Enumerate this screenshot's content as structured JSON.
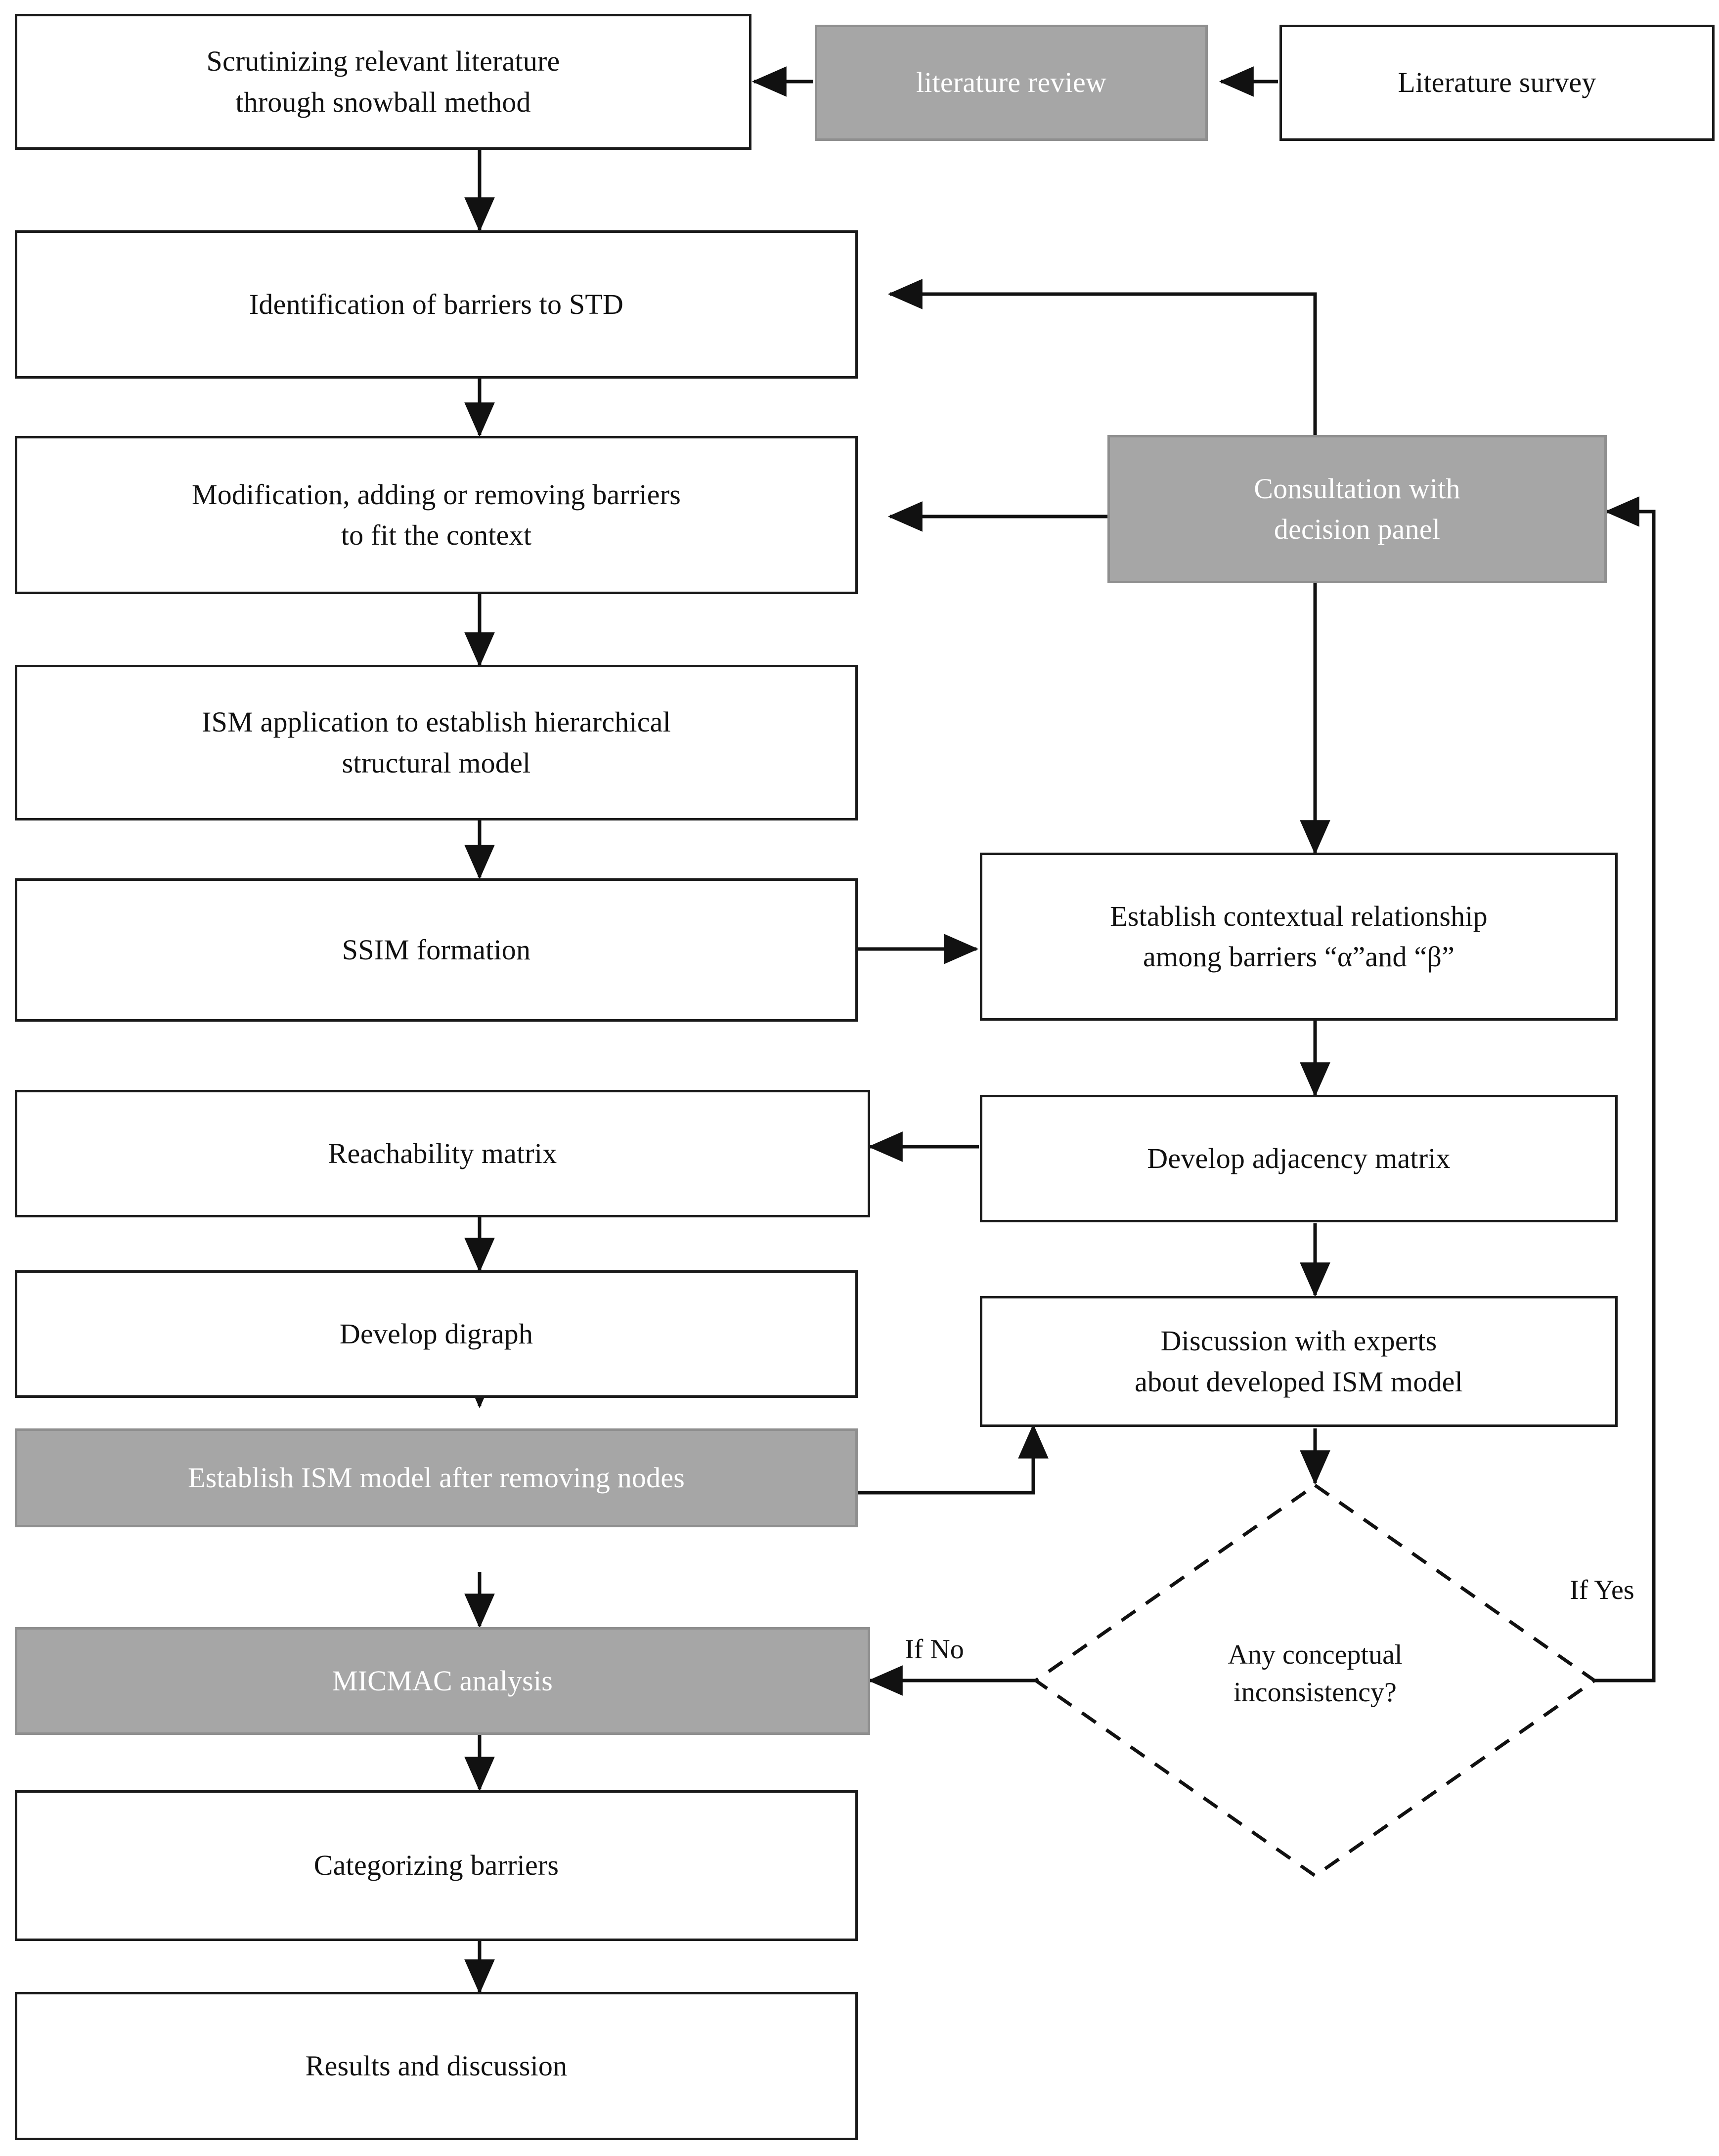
{
  "diagram": {
    "title": "ISM research methodology flowchart",
    "colors": {
      "shaded_fill": "#a6a6a6",
      "shaded_text": "#ffffff",
      "plain_fill": "#ffffff",
      "stroke": "#1a1a1a"
    }
  },
  "nodes": {
    "scrutinizing": {
      "label": "Scrutinizing  relevant literature\nthrough snowball method",
      "shape": "rectangle",
      "fill": "plain"
    },
    "literature_review": {
      "label": "literature review",
      "shape": "rectangle",
      "fill": "shaded"
    },
    "literature_survey": {
      "label": "Literature survey",
      "shape": "rectangle",
      "fill": "plain"
    },
    "identification": {
      "label": "Identification of barriers to STD",
      "shape": "rectangle",
      "fill": "plain"
    },
    "modification": {
      "label": "Modification, adding or removing barriers\nto fit the context",
      "shape": "rectangle",
      "fill": "plain"
    },
    "ism_application": {
      "label": "ISM application to establish hierarchical\nstructural model",
      "shape": "rectangle",
      "fill": "plain"
    },
    "ssim_formation": {
      "label": "SSIM formation",
      "shape": "rectangle",
      "fill": "plain"
    },
    "reachability_matrix": {
      "label": "Reachability matrix",
      "shape": "rectangle",
      "fill": "plain"
    },
    "develop_digraph": {
      "label": "Develop digraph",
      "shape": "rectangle",
      "fill": "plain"
    },
    "establish_ism_model": {
      "label": "Establish ISM model after removing nodes",
      "shape": "rectangle",
      "fill": "shaded"
    },
    "micmac_analysis": {
      "label": "MICMAC analysis",
      "shape": "rectangle",
      "fill": "shaded"
    },
    "categorizing_barriers": {
      "label": "Categorizing barriers",
      "shape": "rectangle",
      "fill": "plain"
    },
    "results_discussion": {
      "label": "Results and discussion",
      "shape": "rectangle",
      "fill": "plain"
    },
    "consultation": {
      "label": "Consultation with\ndecision panel",
      "shape": "rectangle",
      "fill": "shaded"
    },
    "contextual_relationship": {
      "label": "Establish contextual relationship\namong barriers “α”and “β”",
      "shape": "rectangle",
      "fill": "plain"
    },
    "adjacency_matrix": {
      "label": "Develop adjacency matrix",
      "shape": "rectangle",
      "fill": "plain"
    },
    "discussion_experts": {
      "label": "Discussion  with experts\nabout developed ISM model",
      "shape": "rectangle",
      "fill": "plain"
    },
    "decision": {
      "label": "Any conceptual\ninconsistency?",
      "shape": "diamond-dashed",
      "fill": "plain"
    }
  },
  "edge_labels": {
    "if_no": "If No",
    "if_yes": "If Yes"
  },
  "chart_data": {
    "type": "table",
    "title": "ISM research methodology flowchart",
    "edges": [
      {
        "from": "literature_survey",
        "to": "literature_review"
      },
      {
        "from": "literature_review",
        "to": "scrutinizing"
      },
      {
        "from": "scrutinizing",
        "to": "identification"
      },
      {
        "from": "identification",
        "to": "modification"
      },
      {
        "from": "modification",
        "to": "ism_application"
      },
      {
        "from": "ism_application",
        "to": "ssim_formation"
      },
      {
        "from": "ssim_formation",
        "to": "contextual_relationship"
      },
      {
        "from": "consultation",
        "to": "identification"
      },
      {
        "from": "consultation",
        "to": "modification"
      },
      {
        "from": "consultation",
        "to": "contextual_relationship"
      },
      {
        "from": "contextual_relationship",
        "to": "adjacency_matrix"
      },
      {
        "from": "adjacency_matrix",
        "to": "reachability_matrix"
      },
      {
        "from": "adjacency_matrix",
        "to": "discussion_experts"
      },
      {
        "from": "reachability_matrix",
        "to": "develop_digraph"
      },
      {
        "from": "develop_digraph",
        "to": "establish_ism_model"
      },
      {
        "from": "establish_ism_model",
        "to": "discussion_experts"
      },
      {
        "from": "discussion_experts",
        "to": "decision"
      },
      {
        "from": "decision",
        "to": "micmac_analysis",
        "label": "If No"
      },
      {
        "from": "decision",
        "to": "consultation",
        "label": "If Yes"
      },
      {
        "from": "establish_ism_model",
        "to": "micmac_analysis"
      },
      {
        "from": "micmac_analysis",
        "to": "categorizing_barriers"
      },
      {
        "from": "categorizing_barriers",
        "to": "results_discussion"
      }
    ]
  }
}
